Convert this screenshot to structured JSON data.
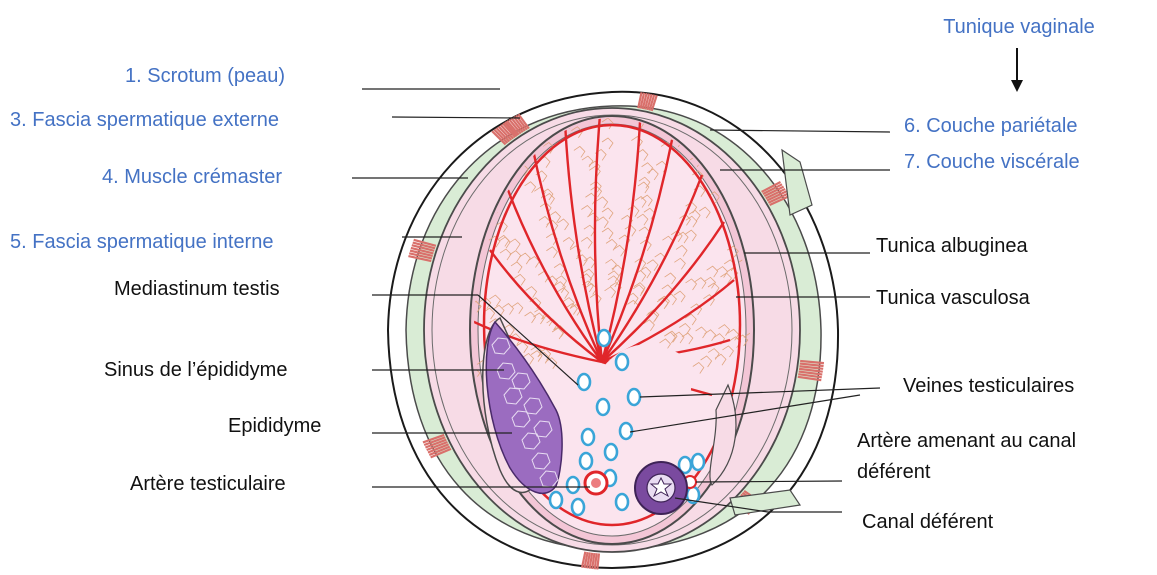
{
  "colors": {
    "blue_label": "#4472c4",
    "black_label": "#111111",
    "scrotum_outline": "#1a1a1a",
    "fascia_green": "#d9ecd5",
    "muscle_red": "#d9706b",
    "testis_pink": "#f7dbe6",
    "tunica_red": "#e0262a",
    "epididymis_purple": "#9b6cc0",
    "vein_blue": "#3aa5d8",
    "artery_red": "#e0262a",
    "vas_purple": "#7a4a9f"
  },
  "labels": {
    "tunique_vaginale": "Tunique vaginale",
    "scrotum": "1. Scrotum (peau)",
    "fascia_externe": "3. Fascia spermatique externe",
    "muscle_cremaster": "4. Muscle crémaster",
    "fascia_interne": "5. Fascia spermatique interne",
    "couche_parietale": "6. Couche pariétale",
    "couche_viscerale": "7. Couche viscérale",
    "tunica_albuginea": "Tunica albuginea",
    "tunica_vasculosa": "Tunica vasculosa",
    "mediastinum_testis": "Mediastinum testis",
    "sinus_epididyme": "Sinus de l’épididyme",
    "epididyme": "Epididyme",
    "artere_testiculaire": "Artère testiculaire",
    "veines_testiculaires": "Veines testiculaires",
    "artere_canal_line1": "Artère amenant au canal",
    "artere_canal_line2": "déférent",
    "canal_deferent": "Canal déférent"
  }
}
